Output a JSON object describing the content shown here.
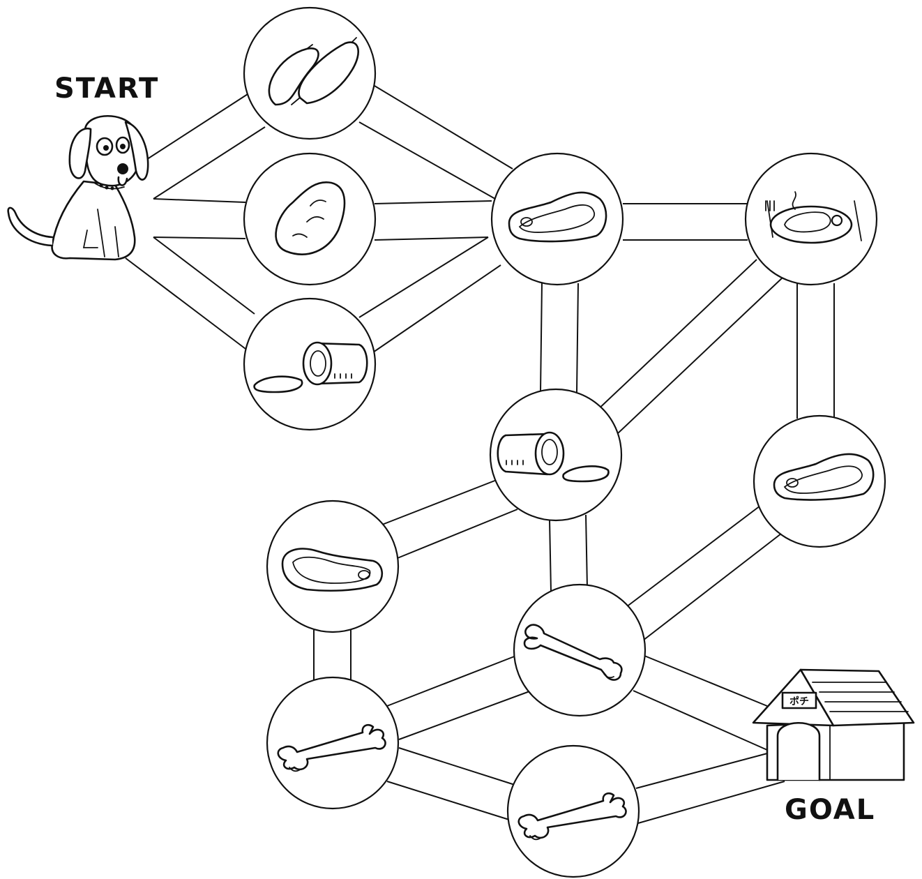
{
  "start_label": "START",
  "goal_label": "GOAL",
  "doghouse_sign": "ポチ",
  "nodes": [
    {
      "id": "sausage",
      "icon": "sausage-icon"
    },
    {
      "id": "bread",
      "icon": "bread-icon"
    },
    {
      "id": "ham-a",
      "icon": "ham-icon"
    },
    {
      "id": "steak-a",
      "icon": "steak-icon"
    },
    {
      "id": "steak-dinner",
      "icon": "steak-dinner-plate-icon"
    },
    {
      "id": "ham-b",
      "icon": "ham-icon"
    },
    {
      "id": "steak-b",
      "icon": "steak-icon"
    },
    {
      "id": "steak-c",
      "icon": "steak-icon"
    },
    {
      "id": "bone-a",
      "icon": "bone-icon"
    },
    {
      "id": "bone-b",
      "icon": "bone-icon"
    },
    {
      "id": "bone-c",
      "icon": "bone-icon"
    }
  ],
  "paths": [
    [
      "dog",
      "sausage"
    ],
    [
      "dog",
      "bread"
    ],
    [
      "dog",
      "ham-a"
    ],
    [
      "sausage",
      "steak-a"
    ],
    [
      "bread",
      "steak-a"
    ],
    [
      "ham-a",
      "steak-a"
    ],
    [
      "steak-a",
      "steak-dinner"
    ],
    [
      "steak-a",
      "ham-b"
    ],
    [
      "steak-dinner",
      "ham-b"
    ],
    [
      "steak-dinner",
      "steak-b"
    ],
    [
      "ham-b",
      "steak-c"
    ],
    [
      "ham-b",
      "bone-a"
    ],
    [
      "steak-b",
      "bone-a"
    ],
    [
      "steak-c",
      "bone-b"
    ],
    [
      "bone-a",
      "bone-b"
    ],
    [
      "bone-a",
      "goal"
    ],
    [
      "bone-b",
      "bone-c"
    ],
    [
      "bone-c",
      "goal"
    ]
  ]
}
